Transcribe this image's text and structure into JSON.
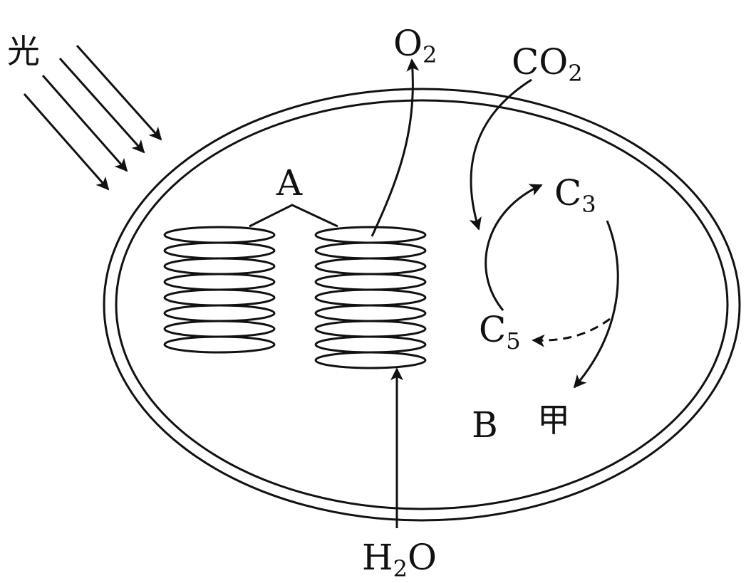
{
  "labels": {
    "light": "光",
    "o2": "O",
    "o2_sub": "2",
    "co2": "CO",
    "co2_sub": "2",
    "a": "A",
    "c3": "C",
    "c3_sub": "3",
    "c5": "C",
    "c5_sub": "5",
    "b": "B",
    "jia": "甲",
    "h2o_h": "H",
    "h2o_sub": "2",
    "h2o_o": "O"
  },
  "colors": {
    "ink": "#111111",
    "background": "#ffffff"
  },
  "grana": {
    "left_stack_disks": 8,
    "right_stack_disks": 9
  }
}
